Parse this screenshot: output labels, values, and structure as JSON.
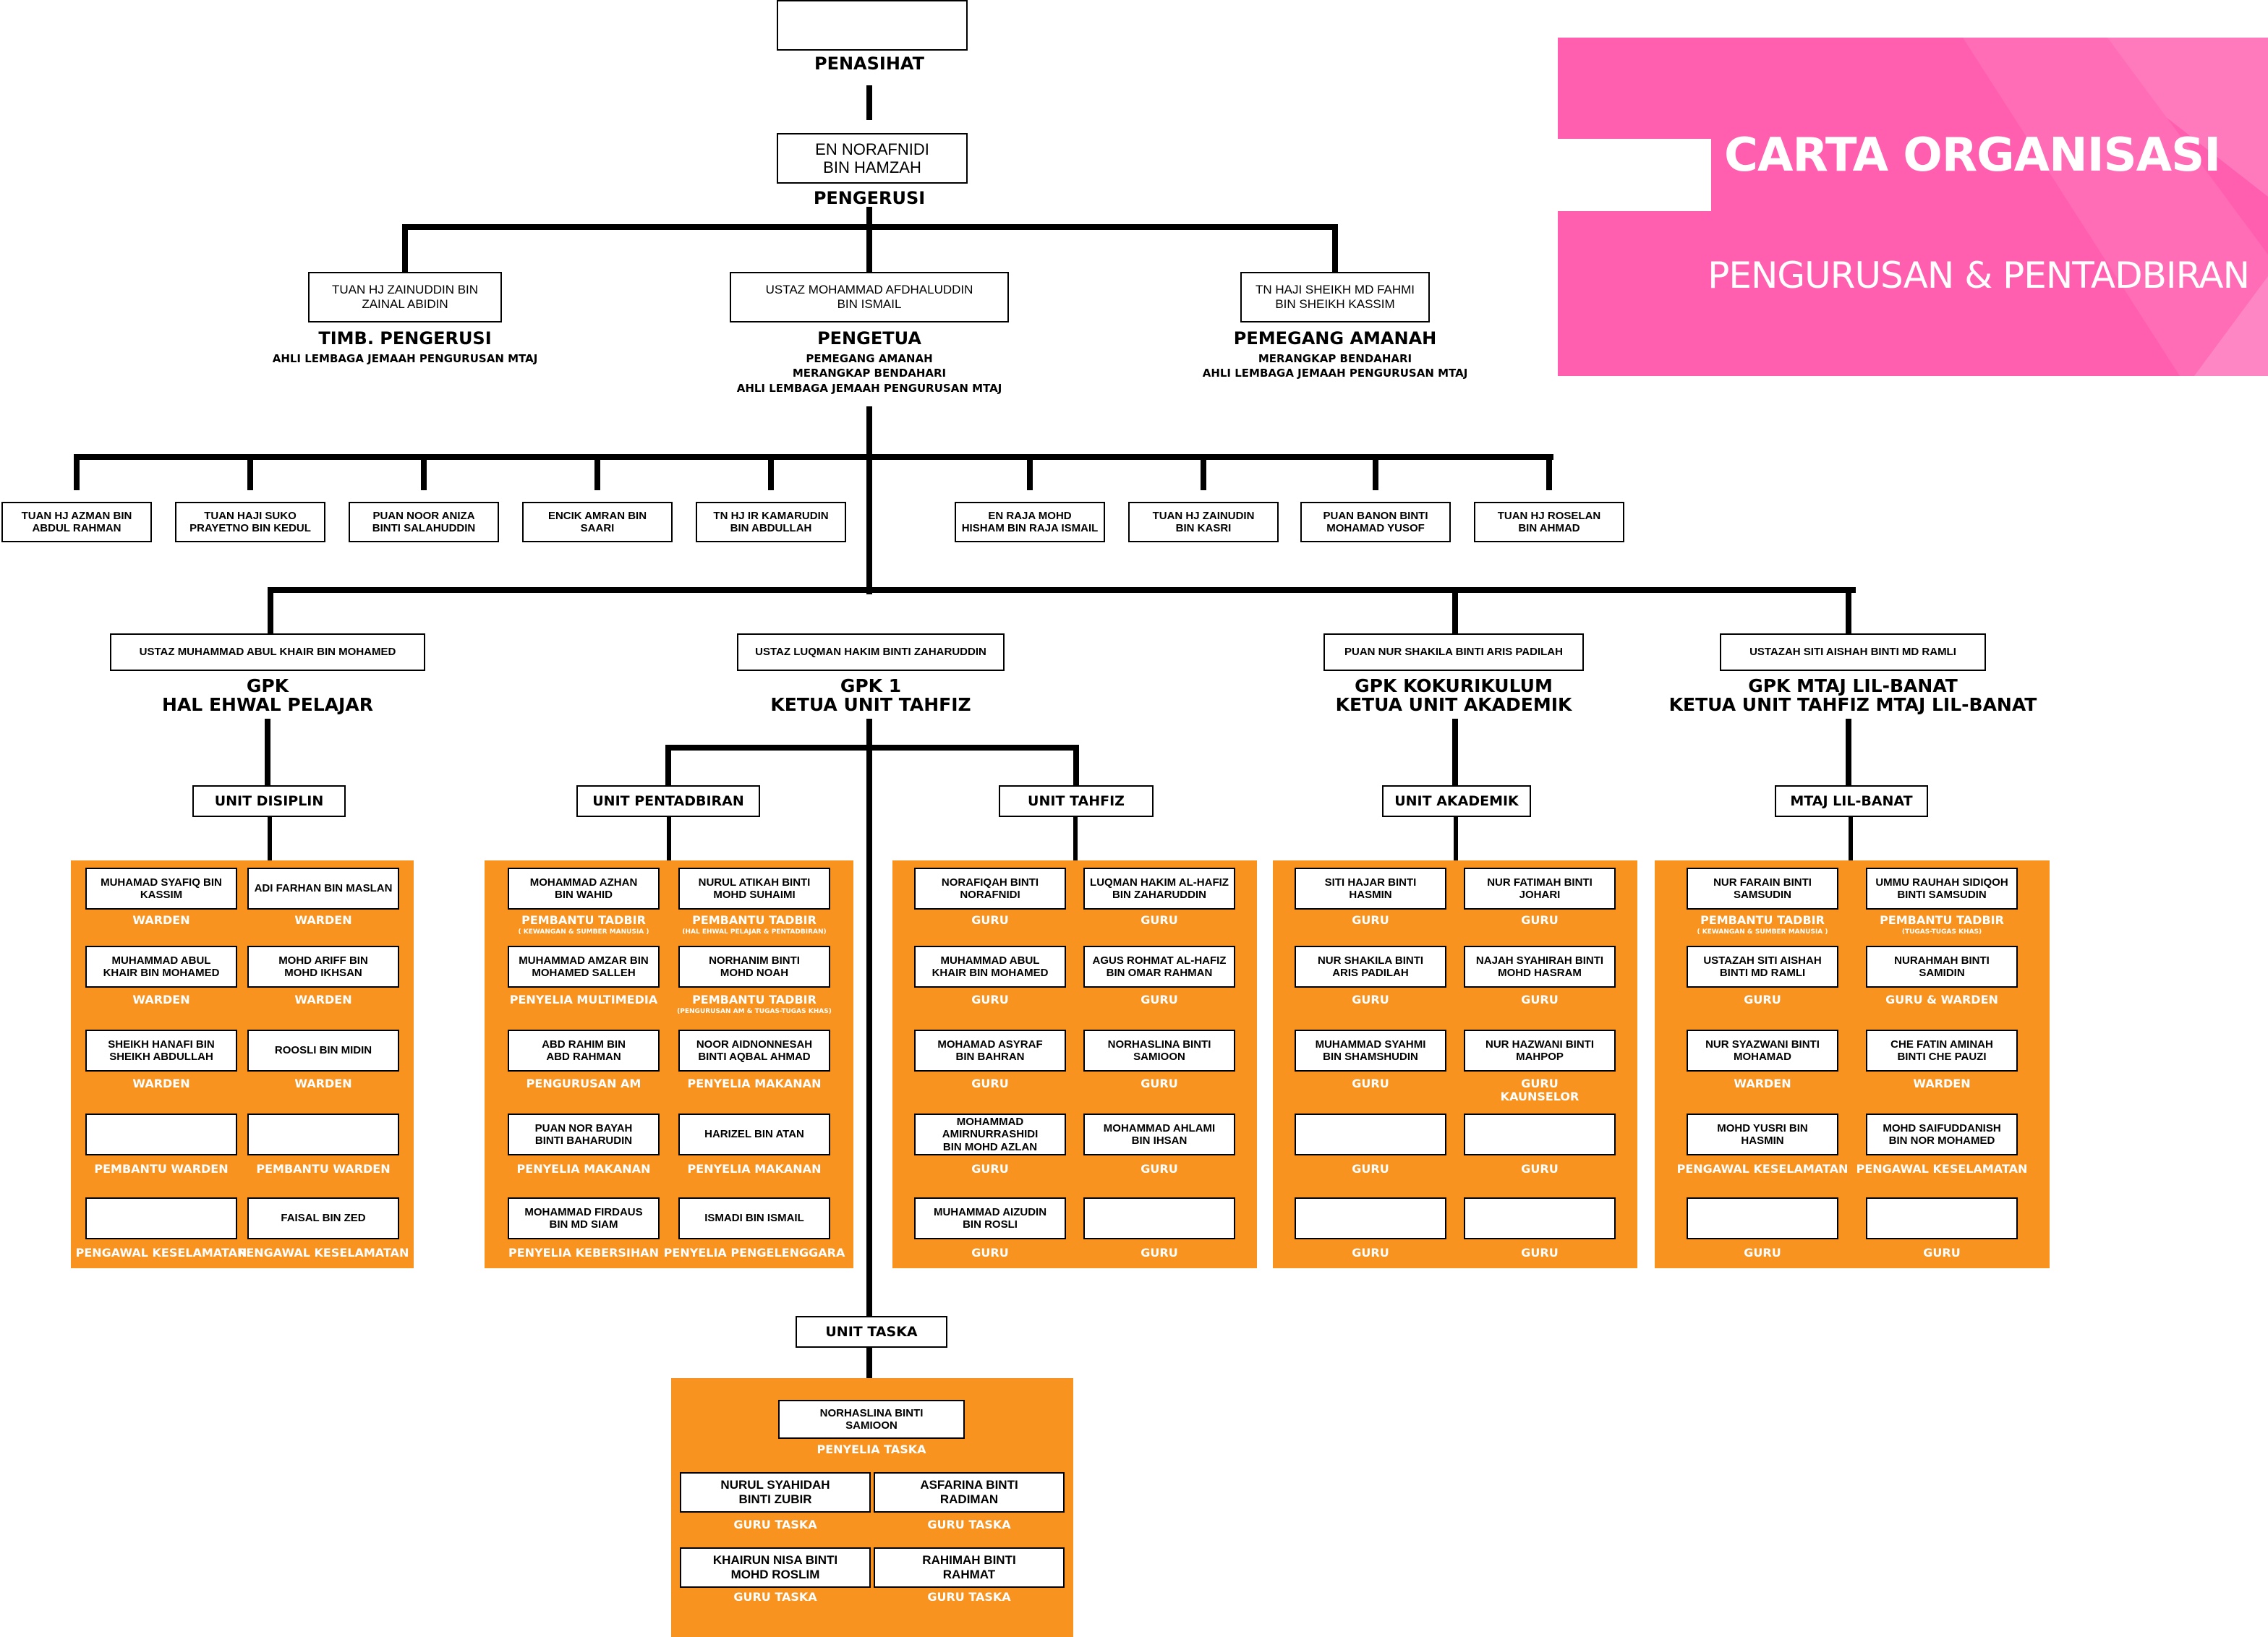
{
  "banner": {
    "title": "CARTA ORGANISASI",
    "subtitle": "PENGURUSAN & PENTADBIRAN",
    "color": "#ff5fae"
  },
  "top": {
    "penasihat": {
      "name": "",
      "title": "PENASIHAT"
    },
    "pengerusi": {
      "name": "EN NORAFNIDI\nBIN HAMZAH",
      "title": "PENGERUSI"
    }
  },
  "level2": [
    {
      "name": "TUAN HJ ZAINUDDIN BIN\nZAINAL ABIDIN",
      "title": "TIMB. PENGERUSI",
      "sub": "AHLI LEMBAGA JEMAAH PENGURUSAN MTAJ"
    },
    {
      "name": "USTAZ MOHAMMAD AFDHALUDDIN\nBIN ISMAIL",
      "title": "PENGETUA",
      "sub": "PEMEGANG AMANAH\nMERANGKAP BENDAHARI\nAHLI LEMBAGA JEMAAH PENGURUSAN MTAJ"
    },
    {
      "name": "TN HAJI SHEIKH MD FAHMI\nBIN SHEIKH KASSIM",
      "title": "PEMEGANG AMANAH",
      "sub": "MERANGKAP BENDAHARI\nAHLI LEMBAGA JEMAAH PENGURUSAN MTAJ"
    }
  ],
  "members": [
    "TUAN HJ AZMAN BIN\nABDUL RAHMAN",
    "TUAN HAJI SUKO\nPRAYETNO BIN KEDUL",
    "PUAN NOOR ANIZA\nBINTI SALAHUDDIN",
    "ENCIK AMRAN BIN\nSAARI",
    "TN HJ IR KAMARUDIN\nBIN ABDULLAH",
    "EN RAJA MOHD\nHISHAM BIN RAJA ISMAIL",
    "TUAN HJ ZAINUDIN\nBIN KASRI",
    "PUAN BANON BINTI\nMOHAMAD YUSOF",
    "TUAN HJ ROSELAN\nBIN AHMAD"
  ],
  "gpk": [
    {
      "name": "USTAZ MUHAMMAD ABUL KHAIR BIN MOHAMED",
      "title": "GPK\nHAL EHWAL PELAJAR"
    },
    {
      "name": "USTAZ LUQMAN HAKIM BINTI ZAHARUDDIN",
      "title": "GPK 1\nKETUA UNIT TAHFIZ"
    },
    {
      "name": "PUAN NUR SHAKILA BINTI ARIS PADILAH",
      "title": "GPK KOKURIKULUM\nKETUA UNIT AKADEMIK"
    },
    {
      "name": "USTAZAH SITI AISHAH BINTI MD RAMLI",
      "title": "GPK MTAJ LIL-BANAT\nKETUA UNIT TAHFIZ MTAJ LIL-BANAT"
    }
  ],
  "units": [
    {
      "label": "UNIT DISIPLIN",
      "rows": [
        [
          {
            "name": "MUHAMAD SYAFIQ BIN KASSIM",
            "role": "WARDEN"
          },
          {
            "name": "ADI FARHAN BIN MASLAN",
            "role": "WARDEN"
          }
        ],
        [
          {
            "name": "MUHAMMAD ABUL\nKHAIR BIN MOHAMED",
            "role": "WARDEN"
          },
          {
            "name": "MOHD ARIFF BIN\nMOHD IKHSAN",
            "role": "WARDEN"
          }
        ],
        [
          {
            "name": "SHEIKH HANAFI BIN\nSHEIKH ABDULLAH",
            "role": "WARDEN"
          },
          {
            "name": "ROOSLI BIN MIDIN",
            "role": "WARDEN"
          }
        ],
        [
          {
            "name": "",
            "role": "PEMBANTU WARDEN"
          },
          {
            "name": "",
            "role": "PEMBANTU WARDEN"
          }
        ],
        [
          {
            "name": "",
            "role": "PENGAWAL KESELAMATAN"
          },
          {
            "name": "FAISAL BIN ZED",
            "role": "PENGAWAL KESELAMATAN"
          }
        ]
      ]
    },
    {
      "label": "UNIT PENTADBIRAN",
      "rows": [
        [
          {
            "name": "MOHAMMAD AZHAN\nBIN WAHID",
            "role": "PEMBANTU TADBIR",
            "note": "( KEWANGAN & SUMBER MANUSIA )"
          },
          {
            "name": "NURUL ATIKAH BINTI\nMOHD SUHAIMI",
            "role": "PEMBANTU TADBIR",
            "note": "(HAL EHWAL PELAJAR & PENTADBIRAN)"
          }
        ],
        [
          {
            "name": "MUHAMMAD AMZAR BIN\nMOHAMED SALLEH",
            "role": "PENYELIA MULTIMEDIA"
          },
          {
            "name": "NORHANIM BINTI\nMOHD NOAH",
            "role": "PEMBANTU TADBIR",
            "note": "(PENGURUSAN AM & TUGAS-TUGAS KHAS)"
          }
        ],
        [
          {
            "name": "ABD RAHIM BIN\nABD RAHMAN",
            "role": "PENGURUSAN AM"
          },
          {
            "name": "NOOR AIDNONNESAH\nBINTI AQBAL AHMAD",
            "role": "PENYELIA MAKANAN"
          }
        ],
        [
          {
            "name": "PUAN NOR BAYAH\nBINTI BAHARUDIN",
            "role": "PENYELIA MAKANAN"
          },
          {
            "name": "HARIZEL BIN ATAN",
            "role": "PENYELIA MAKANAN"
          }
        ],
        [
          {
            "name": "MOHAMMAD FIRDAUS\nBIN MD SIAM",
            "role": "PENYELIA KEBERSIHAN"
          },
          {
            "name": "ISMADI BIN ISMAIL",
            "role": "PENYELIA PENGELENGGARA"
          }
        ]
      ]
    },
    {
      "label": "UNIT TAHFIZ",
      "rows": [
        [
          {
            "name": "NORAFIQAH BINTI\nNORAFNIDI",
            "role": "GURU"
          },
          {
            "name": "LUQMAN HAKIM AL-HAFIZ\nBIN ZAHARUDDIN",
            "role": "GURU"
          }
        ],
        [
          {
            "name": "MUHAMMAD ABUL\nKHAIR BIN MOHAMED",
            "role": "GURU"
          },
          {
            "name": "AGUS ROHMAT AL-HAFIZ\nBIN OMAR RAHMAN",
            "role": "GURU"
          }
        ],
        [
          {
            "name": "MOHAMAD ASYRAF\nBIN BAHRAN",
            "role": "GURU"
          },
          {
            "name": "NORHASLINA BINTI\nSAMIOON",
            "role": "GURU"
          }
        ],
        [
          {
            "name": "MOHAMMAD AMIRNURRASHIDI\nBIN MOHD AZLAN",
            "role": "GURU"
          },
          {
            "name": "MOHAMMAD AHLAMI\nBIN IHSAN",
            "role": "GURU"
          }
        ],
        [
          {
            "name": "MUHAMMAD AIZUDIN\nBIN ROSLI",
            "role": "GURU"
          },
          {
            "name": "",
            "role": "GURU"
          }
        ]
      ]
    },
    {
      "label": "UNIT AKADEMIK",
      "rows": [
        [
          {
            "name": "SITI HAJAR BINTI\nHASMIN",
            "role": "GURU"
          },
          {
            "name": "NUR FATIMAH BINTI\nJOHARI",
            "role": "GURU"
          }
        ],
        [
          {
            "name": "NUR SHAKILA BINTI\nARIS PADILAH",
            "role": "GURU"
          },
          {
            "name": "NAJAH SYAHIRAH BINTI\nMOHD HASRAM",
            "role": "GURU"
          }
        ],
        [
          {
            "name": "MUHAMMAD SYAHMI\nBIN SHAMSHUDIN",
            "role": "GURU"
          },
          {
            "name": "NUR HAZWANI BINTI\nMAHPOP",
            "role": "GURU\nKAUNSELOR"
          }
        ],
        [
          {
            "name": "",
            "role": "GURU"
          },
          {
            "name": "",
            "role": "GURU"
          }
        ],
        [
          {
            "name": "",
            "role": "GURU"
          },
          {
            "name": "",
            "role": "GURU"
          }
        ]
      ]
    },
    {
      "label": "MTAJ LIL-BANAT",
      "rows": [
        [
          {
            "name": "NUR FARAIN BINTI\nSAMSUDIN",
            "role": "PEMBANTU TADBIR",
            "note": "( KEWANGAN & SUMBER MANUSIA )"
          },
          {
            "name": "UMMU RAUHAH SIDIQOH\nBINTI SAMSUDIN",
            "role": "PEMBANTU TADBIR",
            "note": "(TUGAS-TUGAS KHAS)"
          }
        ],
        [
          {
            "name": "USTAZAH SITI AISHAH\nBINTI MD RAMLI",
            "role": "GURU"
          },
          {
            "name": "NURAHMAH BINTI\nSAMIDIN",
            "role": "GURU & WARDEN"
          }
        ],
        [
          {
            "name": "NUR SYAZWANI BINTI\nMOHAMAD",
            "role": "WARDEN"
          },
          {
            "name": "CHE FATIN AMINAH\nBINTI CHE PAUZI",
            "role": "WARDEN"
          }
        ],
        [
          {
            "name": "MOHD YUSRI BIN\nHASMIN",
            "role": "PENGAWAL KESELAMATAN"
          },
          {
            "name": "MOHD SAIFUDDANISH\nBIN NOR MOHAMED",
            "role": "PENGAWAL KESELAMATAN"
          }
        ],
        [
          {
            "name": "",
            "role": "GURU"
          },
          {
            "name": "",
            "role": "GURU"
          }
        ]
      ]
    }
  ],
  "taska": {
    "label": "UNIT TASKA",
    "head": {
      "name": "NORHASLINA BINTI\nSAMIOON",
      "role": "PENYELIA TASKA"
    },
    "rows": [
      [
        {
          "name": "NURUL SYAHIDAH\nBINTI ZUBIR",
          "role": "GURU TASKA"
        },
        {
          "name": "ASFARINA BINTI\nRADIMAN",
          "role": "GURU TASKA"
        }
      ],
      [
        {
          "name": "KHAIRUN NISA BINTI\nMOHD ROSLIM",
          "role": "GURU TASKA"
        },
        {
          "name": "RAHIMAH BINTI\nRAHMAT",
          "role": "GURU TASKA"
        }
      ]
    ]
  },
  "colors": {
    "panel": "#f7931e",
    "line": "#000000",
    "banner": "#ff5fae"
  }
}
